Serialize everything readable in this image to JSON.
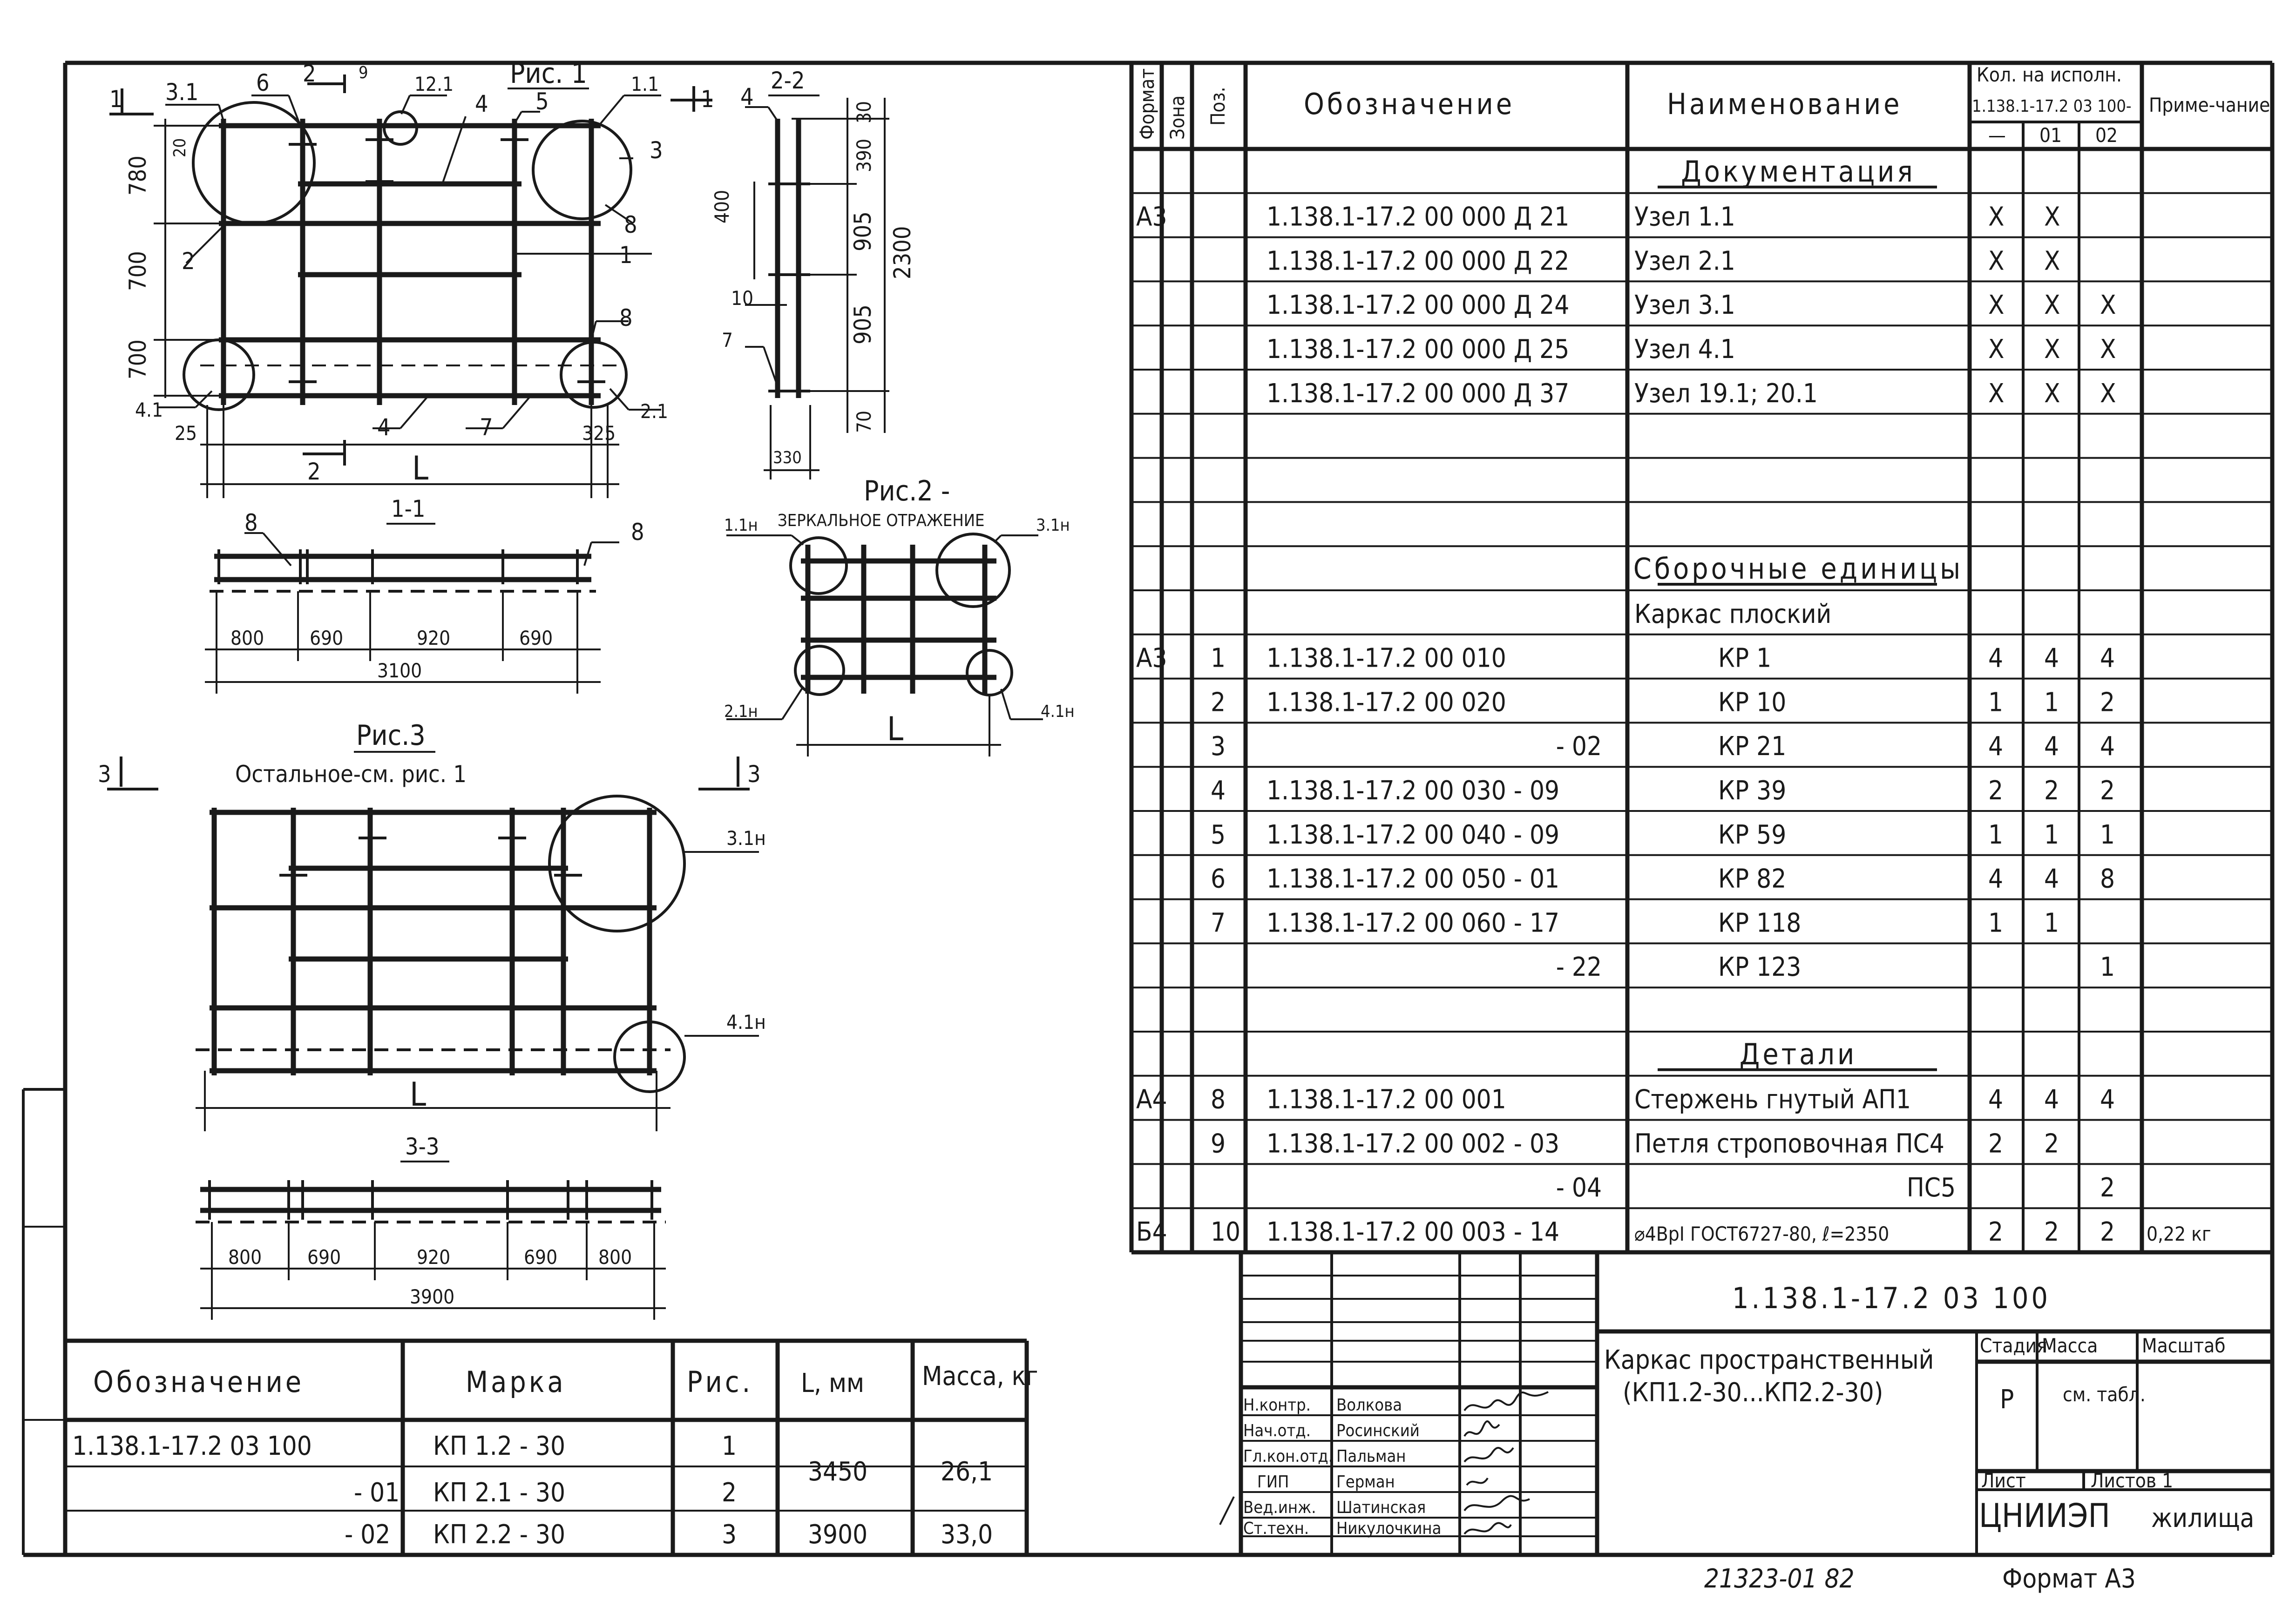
{
  "drawings": {
    "fig1": {
      "title": "Рис. 1",
      "callouts": [
        "3.1",
        "6",
        "2",
        "9",
        "12.1",
        "1.1",
        "3",
        "4",
        "5",
        "8",
        "1",
        "2",
        "8",
        "4.1",
        "4",
        "7",
        "2.1",
        "2",
        "1"
      ],
      "dims_left": [
        "20",
        "780",
        "700",
        "700"
      ],
      "dims_bottom": [
        "25",
        "325",
        "L"
      ],
      "section_marks": [
        "1",
        "1"
      ]
    },
    "sec22": {
      "title": "2-2",
      "callouts": [
        "4",
        "10",
        "7"
      ],
      "dims_left": [
        "400"
      ],
      "dims_right": [
        "30",
        "390",
        "905",
        "905",
        "70",
        "2300"
      ],
      "dims_bottom": [
        "330"
      ]
    },
    "fig2": {
      "title": "Рис.2 -",
      "subtitle": "ЗЕРКАЛЬНОЕ ОТРАЖЕНИЕ",
      "callouts": [
        "1.1н",
        "3.1н",
        "2.1н",
        "4.1н"
      ],
      "dim": "L"
    },
    "sec11": {
      "title": "1-1",
      "callouts": [
        "8",
        "8"
      ],
      "dims": [
        "800",
        "690",
        "920",
        "690",
        "3100"
      ]
    },
    "fig3": {
      "title": "Рис.3",
      "subtitle": "Остальное-см. рис. 1",
      "callouts": [
        "3.1н",
        "4.1н"
      ],
      "section_marks": [
        "3",
        "3"
      ],
      "dim": "L"
    },
    "sec33": {
      "title": "3-3",
      "dims": [
        "800",
        "690",
        "920",
        "690",
        "800",
        "3900"
      ]
    }
  },
  "left_table": {
    "headers": [
      "Обозначение",
      "Марка",
      "Рис.",
      "L, мм",
      "Масса, кг"
    ],
    "rows": [
      {
        "designation": "1.138.1-17.2  03 100",
        "mark": "КП  1.2 - 30",
        "fig": "1"
      },
      {
        "designation": "- 01",
        "mark": "КП  2.1 - 30",
        "fig": "2"
      },
      {
        "designation": "- 02",
        "mark": "КП  2.2 - 30",
        "fig": "3"
      }
    ],
    "merged": [
      {
        "length": "3450",
        "mass": "26,1"
      },
      {
        "length": "3900",
        "mass": "33,0"
      }
    ]
  },
  "spec": {
    "headers": {
      "format": "Формат",
      "zone": "Зона",
      "pos": "Поз.",
      "designation": "Обозначение",
      "name": "Наименование",
      "qty": "Кол. на исполн.",
      "qty_doc": "1.138.1-17.2 03 100-",
      "qty_cols": [
        "—",
        "01",
        "02"
      ],
      "note": "Приме-чание"
    },
    "rows": [
      {
        "format": "",
        "pos": "",
        "designation": "",
        "name": "Документация",
        "q": [
          "",
          "",
          ""
        ],
        "note": "",
        "section": true
      },
      {
        "format": "А3",
        "pos": "",
        "designation": "1.138.1-17.2  00 000  Д 21",
        "name": "Узел    1.1",
        "q": [
          "X",
          "X",
          ""
        ],
        "note": ""
      },
      {
        "format": "",
        "pos": "",
        "designation": "1.138.1-17.2  00 000  Д 22",
        "name": "Узел    2.1",
        "q": [
          "X",
          "X",
          ""
        ],
        "note": ""
      },
      {
        "format": "",
        "pos": "",
        "designation": "1.138.1-17.2  00 000  Д 24",
        "name": "Узел    3.1",
        "q": [
          "X",
          "X",
          "X"
        ],
        "note": ""
      },
      {
        "format": "",
        "pos": "",
        "designation": "1.138.1-17.2  00 000  Д 25",
        "name": "Узел    4.1",
        "q": [
          "X",
          "X",
          "X"
        ],
        "note": ""
      },
      {
        "format": "",
        "pos": "",
        "designation": "1.138.1-17.2  00 000  Д 37",
        "name": "Узел    19.1; 20.1",
        "q": [
          "X",
          "X",
          "X"
        ],
        "note": ""
      },
      {
        "format": "",
        "pos": "",
        "designation": "",
        "name": "",
        "q": [
          "",
          "",
          ""
        ],
        "note": ""
      },
      {
        "format": "",
        "pos": "",
        "designation": "",
        "name": "",
        "q": [
          "",
          "",
          ""
        ],
        "note": ""
      },
      {
        "format": "",
        "pos": "",
        "designation": "",
        "name": "",
        "q": [
          "",
          "",
          ""
        ],
        "note": ""
      },
      {
        "format": "",
        "pos": "",
        "designation": "",
        "name": "Сборочные единицы",
        "q": [
          "",
          "",
          ""
        ],
        "note": "",
        "section": true
      },
      {
        "format": "",
        "pos": "",
        "designation": "",
        "name": "Каркас   плоский",
        "q": [
          "",
          "",
          ""
        ],
        "note": ""
      },
      {
        "format": "А3",
        "pos": "1",
        "designation": "1.138.1-17.2  00 010",
        "name": "КР   1",
        "q": [
          "4",
          "4",
          "4"
        ],
        "note": ""
      },
      {
        "format": "",
        "pos": "2",
        "designation": "1.138.1-17.2  00 020",
        "name": "КР   10",
        "q": [
          "1",
          "1",
          "2"
        ],
        "note": ""
      },
      {
        "format": "",
        "pos": "3",
        "designation": "- 02",
        "name": "КР   21",
        "q": [
          "4",
          "4",
          "4"
        ],
        "note": ""
      },
      {
        "format": "",
        "pos": "4",
        "designation": "1.138.1-17.2  00 030 - 09",
        "name": "КР   39",
        "q": [
          "2",
          "2",
          "2"
        ],
        "note": ""
      },
      {
        "format": "",
        "pos": "5",
        "designation": "1.138.1-17.2  00 040 - 09",
        "name": "КР   59",
        "q": [
          "1",
          "1",
          "1"
        ],
        "note": ""
      },
      {
        "format": "",
        "pos": "6",
        "designation": "1.138.1-17.2  00 050 - 01",
        "name": "КР   82",
        "q": [
          "4",
          "4",
          "8"
        ],
        "note": ""
      },
      {
        "format": "",
        "pos": "7",
        "designation": "1.138.1-17.2  00 060 - 17",
        "name": "КР  118",
        "q": [
          "1",
          "1",
          ""
        ],
        "note": ""
      },
      {
        "format": "",
        "pos": "",
        "designation": "- 22",
        "name": "КР  123",
        "q": [
          "",
          "",
          "1"
        ],
        "note": ""
      },
      {
        "format": "",
        "pos": "",
        "designation": "",
        "name": "",
        "q": [
          "",
          "",
          ""
        ],
        "note": ""
      },
      {
        "format": "",
        "pos": "",
        "designation": "",
        "name": "Детали",
        "q": [
          "",
          "",
          ""
        ],
        "note": "",
        "section": true
      },
      {
        "format": "А4",
        "pos": "8",
        "designation": "1.138.1-17.2  00 001",
        "name": "Стержень гнутый   АП1",
        "q": [
          "4",
          "4",
          "4"
        ],
        "note": ""
      },
      {
        "format": "",
        "pos": "9",
        "designation": "1.138.1-17.2  00 002 - 03",
        "name": "Петля строповочная  ПС4",
        "q": [
          "2",
          "2",
          ""
        ],
        "note": ""
      },
      {
        "format": "",
        "pos": "",
        "designation": "- 04",
        "name": "ПС5",
        "q": [
          "",
          "",
          "2"
        ],
        "note": ""
      },
      {
        "format": "Б4",
        "pos": "10",
        "designation": "1.138.1-17.2  00 003 - 14",
        "name": "⌀4ВрI ГОСТ6727-80, ℓ=2350",
        "q": [
          "2",
          "2",
          "2"
        ],
        "note": "0,22 кг"
      }
    ]
  },
  "title_block": {
    "doc_code": "1.138.1-17.2  03 100",
    "doc_name_1": "Каркас пространственный",
    "doc_name_2": "(КП1.2-30...КП2.2-30)",
    "stage_label": "Стадия",
    "mass_label": "Масса",
    "scale_label": "Масштаб",
    "stage": "Р",
    "mass_value": "см. табл.",
    "sheet_label": "Лист",
    "sheets_label": "Листов 1",
    "org": "ЦНИИЭП",
    "org_suffix": "жилища",
    "roles": [
      {
        "role": "Н.контр.",
        "name": "Волкова"
      },
      {
        "role": "Нач.отд.",
        "name": "Росинский"
      },
      {
        "role": "Гл.кон.отд.",
        "name": "Пальман"
      },
      {
        "role": "ГИП",
        "name": "Герман"
      },
      {
        "role": "Вед.инж.",
        "name": "Шатинская"
      },
      {
        "role": "Ст.техн.",
        "name": "Никулочкина"
      }
    ]
  },
  "footer": {
    "inventory": "21323-01   82",
    "format": "Формат А3"
  }
}
